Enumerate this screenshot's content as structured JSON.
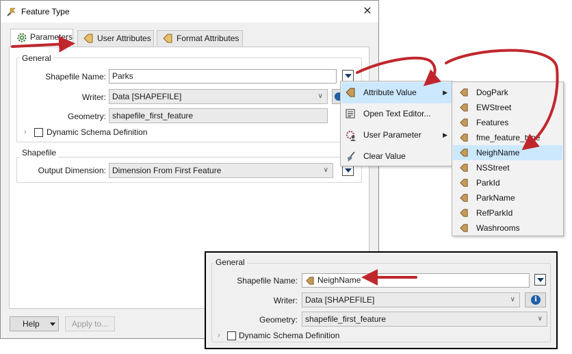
{
  "window": {
    "title": "Feature Type",
    "close_glyph": "✕"
  },
  "tabs": [
    {
      "label": "Parameters",
      "icon": "gear-icon",
      "active": true
    },
    {
      "label": "User Attributes",
      "icon": "attribute-icon"
    },
    {
      "label": "Format Attributes",
      "icon": "attribute-icon"
    }
  ],
  "general": {
    "group_label": "General",
    "shapefile_name_label": "Shapefile Name:",
    "shapefile_name_value": "Parks",
    "writer_label": "Writer:",
    "writer_value": "Data [SHAPEFILE]",
    "geometry_label": "Geometry:",
    "geometry_value": "shapefile_first_feature",
    "dynamic_schema_label": "Dynamic Schema Definition",
    "dynamic_schema_checked": false
  },
  "shapefile_group": {
    "group_label": "Shapefile",
    "output_dimension_label": "Output Dimension:",
    "output_dimension_value": "Dimension From First Feature"
  },
  "footer": {
    "help_label": "Help",
    "apply_label": "Apply to..."
  },
  "context_menu": {
    "items": [
      {
        "label": "Attribute Value",
        "icon": "attribute-icon",
        "has_submenu": true,
        "highlighted": true
      },
      {
        "label": "Open Text Editor...",
        "icon": "text-editor-icon",
        "has_submenu": false
      },
      {
        "label": "User Parameter",
        "icon": "user-parameter-icon",
        "has_submenu": true
      },
      {
        "label": "Clear Value",
        "icon": "broom-icon",
        "has_submenu": false
      }
    ]
  },
  "attribute_menu": {
    "items": [
      "DogPark",
      "EWStreet",
      "Features",
      "fme_feature_type",
      "NeighName",
      "NSStreet",
      "ParkId",
      "ParkName",
      "RefParkId",
      "Washrooms"
    ],
    "highlighted": "NeighName"
  },
  "inset": {
    "group_label": "General",
    "shapefile_name_label": "Shapefile Name:",
    "shapefile_name_value": "NeighName",
    "writer_label": "Writer:",
    "writer_value": "Data [SHAPEFILE]",
    "geometry_label": "Geometry:",
    "geometry_value": "shapefile_first_feature",
    "dynamic_schema_label": "Dynamic Schema Definition"
  },
  "colors": {
    "arrow": "#c0272d",
    "highlight": "#cce8ff",
    "attribute_icon": "#c89a5a",
    "info_icon": "#1f5fa8"
  }
}
